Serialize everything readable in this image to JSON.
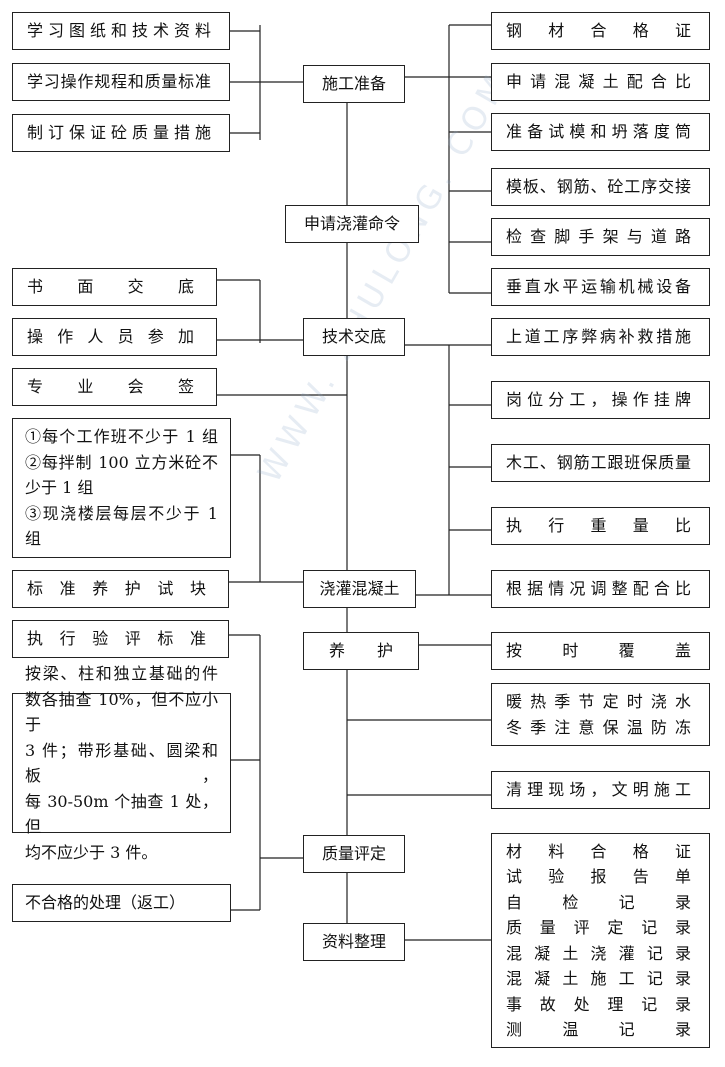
{
  "watermark": "WWW. ZHULONG. COM",
  "center": {
    "prep": "施工准备",
    "apply": "申请浇灌命令",
    "tech": "技术交底",
    "pour": "浇灌混凝土",
    "cure": "养　　护",
    "quality": "质量评定",
    "docs": "资料整理"
  },
  "left": {
    "study_drawings": "学习图纸和技术资料",
    "study_rules": "学习操作规程和质量标准",
    "measures": "制订保证砼质量措施",
    "written": "书面交底",
    "operators": "操作人员参加",
    "signoff": "专业会签",
    "sampling_lines": [
      "①每个工作班不少于 1 组",
      "②每拌制 100 立方米砼不",
      "少于 1 组",
      "③现浇楼层每层不少于 1",
      "组"
    ],
    "std_cure": "标准养护试块",
    "eval_std": "执行验评标准",
    "spot_check_lines": [
      "按梁、柱和独立基础的件",
      "数各抽查 10%，但不应小于",
      "3 件；带形基础、圆梁和板，",
      "每 30-50m 个抽查 1 处，但",
      "均不应少于 3 件。"
    ],
    "unqualified": "不合格的处理（返工）"
  },
  "right": {
    "steel_cert": "钢材合格证",
    "mix_ratio": "申请混凝土配合比",
    "molds": "准备试模和坍落度筒",
    "handover": "模板、钢筋、砼工序交接",
    "scaffold": "检查脚手架与道路",
    "transport": "垂直水平运输机械设备",
    "defects": "上道工序弊病补救措施",
    "roles": "岗位分工，操作挂牌",
    "follow": "木工、钢筋工跟班保质量",
    "weighing": "执行重量比",
    "adjust": "根据情况调整配合比",
    "cover": "按时覆盖",
    "warm_lines": [
      "暖热季节定时浇水",
      "冬季注意保温防冻"
    ],
    "cleanup": "清理现场，文明施工",
    "records_lines": [
      "材料合格证",
      "试验报告单",
      "自检记录",
      "质量评定记录",
      "混凝土浇灌记录",
      "混凝土施工记录",
      "事故处理记录",
      "测温记录"
    ]
  }
}
